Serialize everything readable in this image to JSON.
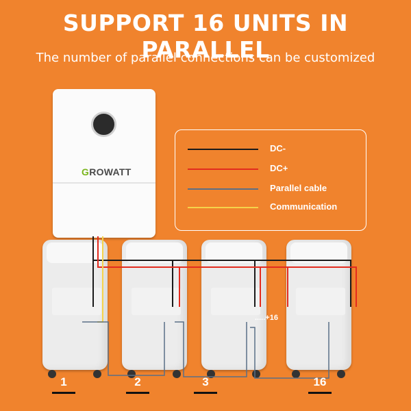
{
  "header": {
    "title": "SUPPORT 16 UNITS IN PARALLEL",
    "subtitle": "The number of parallel connections can be customized"
  },
  "legend": {
    "items": [
      {
        "label": "DC-",
        "color": "#1a1a1a"
      },
      {
        "label": "DC+",
        "color": "#e32b1e"
      },
      {
        "label": "Parallel cable",
        "color": "#5a6f86"
      },
      {
        "label": "Communication",
        "color": "#f5d34a"
      }
    ]
  },
  "inverter": {
    "brand_prefix": "G",
    "brand_rest": "ROWATT"
  },
  "units": {
    "labels": [
      "1",
      "2",
      "3",
      "16"
    ],
    "more": ".....+16"
  },
  "colors": {
    "background": "#F0832D",
    "dc_minus": "#1a1a1a",
    "dc_plus": "#e32b1e",
    "parallel": "#5a6f86",
    "communication": "#f5d34a"
  }
}
